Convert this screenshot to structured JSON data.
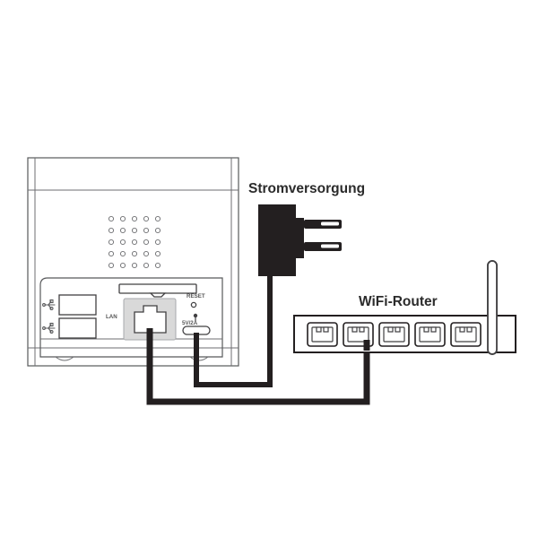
{
  "diagram": {
    "title": "Network connection diagram",
    "background_color": "#ffffff",
    "line_color": "#58595b",
    "cable_color": "#231f20"
  },
  "labels": {
    "power_supply": "Stromversorgung",
    "wifi_router": "WiFi-Router",
    "lan_port": "LAN",
    "reset": "RESET",
    "power_rating": "5V/2A"
  },
  "device": {
    "name": "NAS device rear panel",
    "vent_grid": {
      "rows": 5,
      "cols": 5
    },
    "ports": [
      {
        "name": "usb-port-top",
        "label": "",
        "icon": "usb-icon"
      },
      {
        "name": "usb-port-bottom",
        "label": "",
        "icon": "usb-icon"
      },
      {
        "name": "sd-card-slot",
        "label": ""
      },
      {
        "name": "lan-port",
        "label": "LAN"
      },
      {
        "name": "reset-pinhole",
        "label": "RESET"
      },
      {
        "name": "power-jack",
        "label": "5V/2A"
      }
    ]
  },
  "router": {
    "label": "WiFi-Router",
    "port_count": 5,
    "connected_port_index": 2,
    "antenna": "antenna-icon"
  },
  "power_adapter": {
    "label": "Stromversorgung",
    "plug_type": "europlug-two-pin",
    "prong_count": 2
  },
  "cables": [
    {
      "name": "lan-cable",
      "from": "lan-port",
      "to": "router-port-2"
    },
    {
      "name": "power-cable",
      "from": "power-jack",
      "to": "power-adapter"
    }
  ]
}
